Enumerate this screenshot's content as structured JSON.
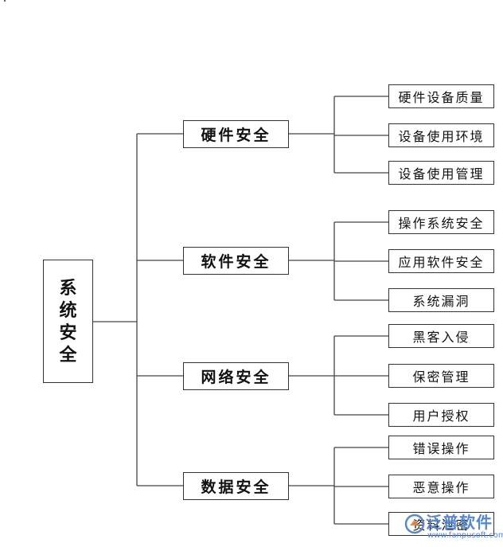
{
  "root": {
    "label_chars": [
      "系",
      "统",
      "安",
      "全"
    ]
  },
  "categories": [
    {
      "label": "硬件安全",
      "items": [
        "硬件设备质量",
        "设备使用环境",
        "设备使用管理"
      ]
    },
    {
      "label": "软件安全",
      "items": [
        "操作系统安全",
        "应用软件安全",
        "系统漏洞"
      ]
    },
    {
      "label": "网络安全",
      "items": [
        "黑客入侵",
        "保密管理",
        "用户授权"
      ]
    },
    {
      "label": "数据安全",
      "items": [
        "错误操作",
        "恶意操作",
        "资料泄密"
      ]
    }
  ],
  "watermark": {
    "brand": "泛普软件",
    "url": "www.fanpusoft.com"
  }
}
